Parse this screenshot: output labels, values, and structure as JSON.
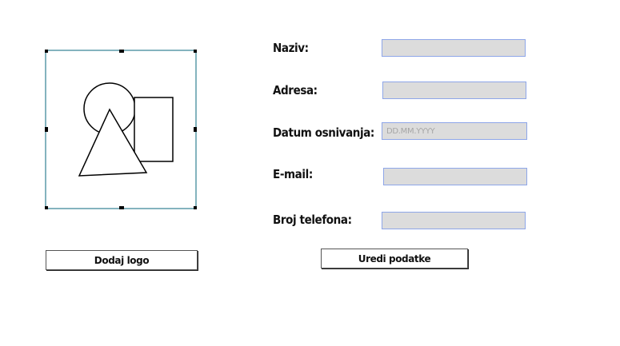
{
  "colors": {
    "input_background": "#dcdcdc",
    "input_border": "#8ea6e8",
    "selection_border": "#5b9aa8",
    "handle": "#000000"
  },
  "logo": {
    "icon": "image-placeholder-icon",
    "add_button_label": "Dodaj logo"
  },
  "form": {
    "name_label": "Naziv:",
    "name_value": "",
    "address_label": "Adresa:",
    "address_value": "",
    "founding_date_label": "Datum osnivanja:",
    "founding_date_value": "",
    "founding_date_placeholder": "DD.MM.YYYY",
    "email_label": "E-mail:",
    "email_value": "",
    "phone_label": "Broj telefona:",
    "phone_value": "",
    "edit_button_label": "Uredi podatke"
  }
}
